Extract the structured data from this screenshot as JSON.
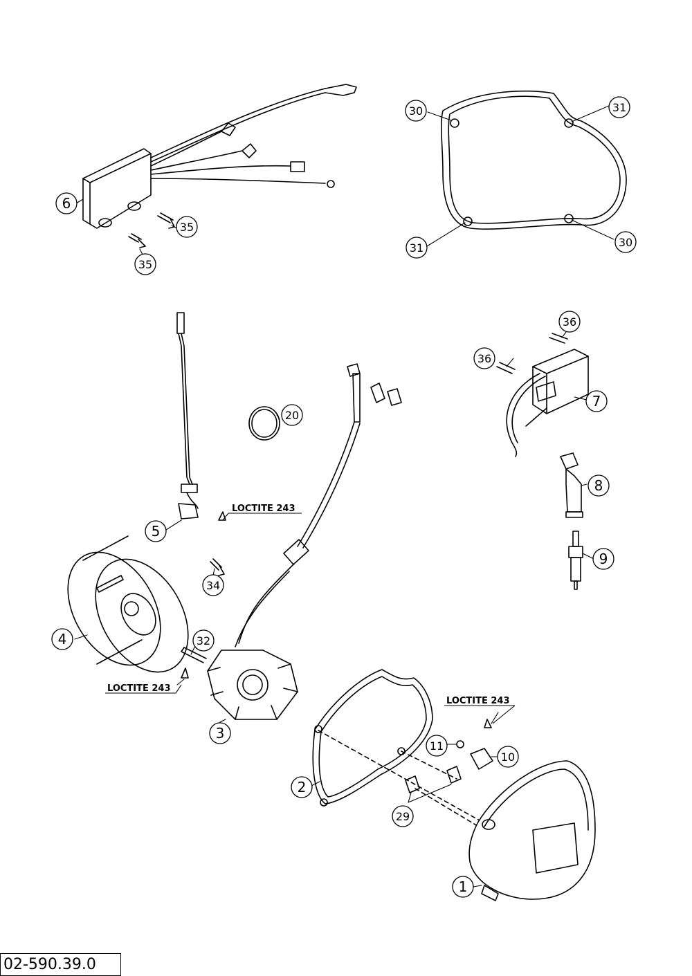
{
  "diagram": {
    "reference_code": "02-590.39.0",
    "callouts": [
      {
        "id": "c1",
        "label": "1"
      },
      {
        "id": "c2",
        "label": "2"
      },
      {
        "id": "c3",
        "label": "3"
      },
      {
        "id": "c4",
        "label": "4"
      },
      {
        "id": "c5",
        "label": "5"
      },
      {
        "id": "c6",
        "label": "6"
      },
      {
        "id": "c7",
        "label": "7"
      },
      {
        "id": "c8",
        "label": "8"
      },
      {
        "id": "c9",
        "label": "9"
      },
      {
        "id": "c10",
        "label": "10"
      },
      {
        "id": "c11",
        "label": "11"
      },
      {
        "id": "c20",
        "label": "20"
      },
      {
        "id": "c29",
        "label": "29"
      },
      {
        "id": "c30a",
        "label": "30"
      },
      {
        "id": "c30b",
        "label": "30"
      },
      {
        "id": "c31a",
        "label": "31"
      },
      {
        "id": "c31b",
        "label": "31"
      },
      {
        "id": "c32",
        "label": "32"
      },
      {
        "id": "c34",
        "label": "34"
      },
      {
        "id": "c35a",
        "label": "35"
      },
      {
        "id": "c35b",
        "label": "35"
      },
      {
        "id": "c36a",
        "label": "36"
      },
      {
        "id": "c36b",
        "label": "36"
      }
    ],
    "notes": [
      {
        "id": "n1",
        "text": "LOCTITE 243"
      },
      {
        "id": "n2",
        "text": "LOCTITE 243"
      },
      {
        "id": "n3",
        "text": "LOCTITE 243"
      }
    ]
  }
}
